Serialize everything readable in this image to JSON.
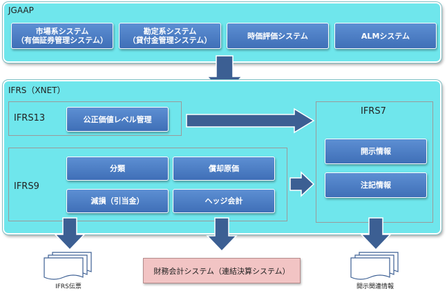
{
  "jgaap": {
    "title": "JGAAP",
    "buttons": [
      {
        "line1": "市場系システム",
        "line2": "（有価証券管理システム）"
      },
      {
        "line1": "勘定系システム",
        "line2": "（貸付金管理システム）"
      },
      {
        "line1": "時価評価システム",
        "line2": ""
      },
      {
        "line1": "ALMシステム",
        "line2": ""
      }
    ]
  },
  "ifrs": {
    "title": "IFRS（XNET）",
    "ifrs13": {
      "label": "IFRS13",
      "button": "公正価値レベル管理"
    },
    "ifrs9": {
      "label": "IFRS9",
      "buttons": [
        "分類",
        "償却原価",
        "減損（引当金）",
        "ヘッジ会計"
      ]
    },
    "ifrs7": {
      "label": "IFRS7",
      "buttons": [
        "開示情報",
        "注記情報"
      ]
    }
  },
  "outputs": {
    "left_caption": "IFRS伝票",
    "center_box": "財務会計システム（連結決算システム）",
    "right_caption": "開示関連情報"
  },
  "colors": {
    "panel": "#6fe6ec",
    "button": "#4a7cc4",
    "arrow": "#3c5f93",
    "pink_box": "#f2c4c4"
  }
}
